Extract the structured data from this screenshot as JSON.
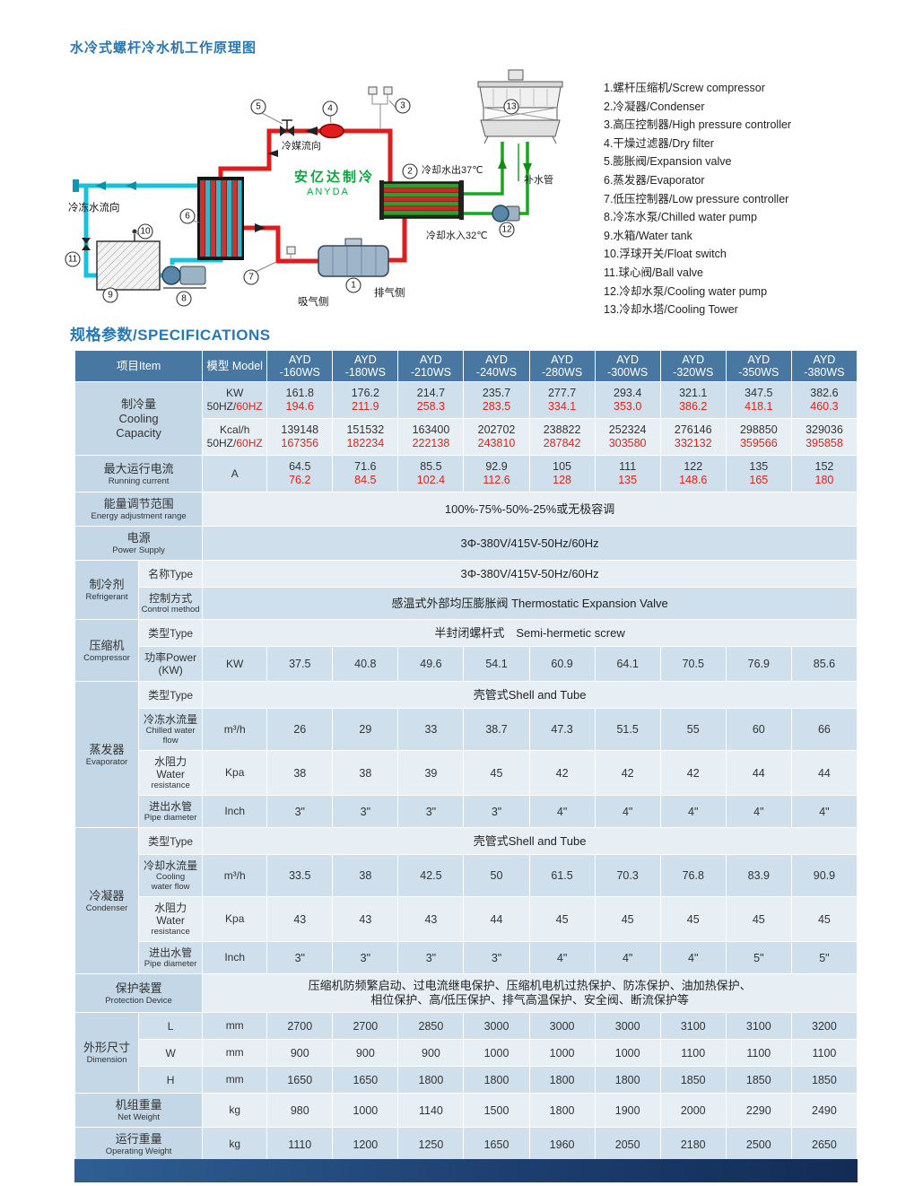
{
  "page": {
    "title": "水冷式螺杆冷水机工作原理图",
    "section_title": "规格参数/SPECIFICATIONS"
  },
  "colors": {
    "accent_blue": "#2778b4",
    "table_header_bg": "#4878a2",
    "row_dark": "#cfdfeb",
    "row_light": "#e7eff5",
    "group_cell": "#c3d7e6",
    "value_red": "#e02418",
    "pipe_red": "#e11c1c",
    "pipe_cyan": "#17c3dc",
    "pipe_green": "#17a81e",
    "brand_green": "#09a93e",
    "footer_navy": "#1d3f70"
  },
  "diagram": {
    "brand_cn": "安亿达制冷",
    "brand_en": "ANYDA",
    "labels": {
      "refrigerant_flow": "冷媒流向",
      "chilled_flow": "冷冻水流向",
      "water_out": "冷却水出37℃",
      "water_in": "冷却水入32℃",
      "makeup": "补水管",
      "suction": "吸气侧",
      "discharge": "排气侧"
    },
    "callouts": [
      "1",
      "2",
      "3",
      "4",
      "5",
      "6",
      "7",
      "8",
      "9",
      "10",
      "11",
      "12",
      "13"
    ],
    "legend": [
      "1.螺杆压缩机/Screw compressor",
      "2.冷凝器/Condenser",
      "3.高压控制器/High pressure controller",
      "4.干燥过滤器/Dry filter",
      "5.膨胀阀/Expansion valve",
      "6.蒸发器/Evaporator",
      "7.低压控制器/Low pressure controller",
      "8.冷冻水泵/Chilled water pump",
      "9.水箱/Water tank",
      "10.浮球开关/Float switch",
      "11.球心阀/Ball valve",
      "12.冷却水泵/Cooling water pump",
      "13.冷却水塔/Cooling Tower"
    ]
  },
  "table": {
    "header": {
      "item": "项目Item",
      "model": "模型 Model",
      "models": [
        "AYD\n-160WS",
        "AYD\n-180WS",
        "AYD\n-210WS",
        "AYD\n-240WS",
        "AYD\n-280WS",
        "AYD\n-300WS",
        "AYD\n-320WS",
        "AYD\n-350WS",
        "AYD\n-380WS"
      ]
    },
    "cooling": {
      "group_cn": "制冷量",
      "group_en": "Cooling\nCapacity",
      "hz_black": "50HZ/",
      "hz_red": "60HZ",
      "kw": {
        "unit": "KW",
        "values": [
          {
            "a": "161.8",
            "b": "194.6"
          },
          {
            "a": "176.2",
            "b": "211.9"
          },
          {
            "a": "214.7",
            "b": "258.3"
          },
          {
            "a": "235.7",
            "b": "283.5"
          },
          {
            "a": "277.7",
            "b": "334.1"
          },
          {
            "a": "293.4",
            "b": "353.0"
          },
          {
            "a": "321.1",
            "b": "386.2"
          },
          {
            "a": "347.5",
            "b": "418.1"
          },
          {
            "a": "382.6",
            "b": "460.3"
          }
        ]
      },
      "kcal": {
        "unit": "Kcal/h",
        "values": [
          {
            "a": "139148",
            "b": "167356"
          },
          {
            "a": "151532",
            "b": "182234"
          },
          {
            "a": "163400",
            "b": "222138"
          },
          {
            "a": "202702",
            "b": "243810"
          },
          {
            "a": "238822",
            "b": "287842"
          },
          {
            "a": "252324",
            "b": "303580"
          },
          {
            "a": "276146",
            "b": "332132"
          },
          {
            "a": "298850",
            "b": "359566"
          },
          {
            "a": "329036",
            "b": "395858"
          }
        ]
      }
    },
    "current": {
      "cn": "最大运行电流",
      "en": "Running current",
      "unit": "A",
      "values": [
        {
          "a": "64.5",
          "b": "76.2"
        },
        {
          "a": "71.6",
          "b": "84.5"
        },
        {
          "a": "85.5",
          "b": "102.4"
        },
        {
          "a": "92.9",
          "b": "112.6"
        },
        {
          "a": "105",
          "b": "128"
        },
        {
          "a": "111",
          "b": "135"
        },
        {
          "a": "122",
          "b": "148.6"
        },
        {
          "a": "135",
          "b": "165"
        },
        {
          "a": "152",
          "b": "180"
        }
      ]
    },
    "energy": {
      "cn": "能量调节范围",
      "en": "Energy adjustment range",
      "value": "100%-75%-50%-25%或无极容调"
    },
    "power_supply": {
      "cn": "电源",
      "en": "Power Supply",
      "value": "3Φ-380V/415V-50Hz/60Hz"
    },
    "refrigerant": {
      "cn": "制冷剂",
      "en": "Refrigerant",
      "name_label": "名称Type",
      "name_value": "3Φ-380V/415V-50Hz/60Hz",
      "control_cn": "控制方式",
      "control_en": "Control method",
      "control_value": "感温式外部均压膨胀阀 Thermostatic Expansion Valve"
    },
    "compressor": {
      "cn": "压缩机",
      "en": "Compressor",
      "type_label": "类型Type",
      "type_value": "半封闭螺杆式　Semi-hermetic screw",
      "power_cn": "功率Power",
      "power_en": "(KW)",
      "power_unit": "KW",
      "power_values": [
        "37.5",
        "40.8",
        "49.6",
        "54.1",
        "60.9",
        "64.1",
        "70.5",
        "76.9",
        "85.6"
      ]
    },
    "evaporator": {
      "cn": "蒸发器",
      "en": "Evaporator",
      "type_label": "类型Type",
      "type_value": "壳管式Shell and Tube",
      "rows": [
        {
          "cn": "冷冻水流量",
          "en": "Chilled water\nflow",
          "unit": "m³/h",
          "values": [
            "26",
            "29",
            "33",
            "38.7",
            "47.3",
            "51.5",
            "55",
            "60",
            "66"
          ]
        },
        {
          "cn": "水阻力Water",
          "en": "resistance",
          "unit": "Kpa",
          "values": [
            "38",
            "38",
            "39",
            "45",
            "42",
            "42",
            "42",
            "44",
            "44"
          ]
        },
        {
          "cn": "进出水管",
          "en": "Pipe diameter",
          "unit": "Inch",
          "values": [
            "3\"",
            "3\"",
            "3\"",
            "3\"",
            "4\"",
            "4\"",
            "4\"",
            "4\"",
            "4\""
          ]
        }
      ]
    },
    "condenser": {
      "cn": "冷凝器",
      "en": "Condenser",
      "type_label": "类型Type",
      "type_value": "壳管式Shell and Tube",
      "rows": [
        {
          "cn": "冷却水流量",
          "en": "Cooling\nwater flow",
          "unit": "m³/h",
          "values": [
            "33.5",
            "38",
            "42.5",
            "50",
            "61.5",
            "70.3",
            "76.8",
            "83.9",
            "90.9"
          ]
        },
        {
          "cn": "水阻力Water",
          "en": "resistance",
          "unit": "Kpa",
          "values": [
            "43",
            "43",
            "43",
            "44",
            "45",
            "45",
            "45",
            "45",
            "45"
          ]
        },
        {
          "cn": "进出水管",
          "en": "Pipe diameter",
          "unit": "Inch",
          "values": [
            "3\"",
            "3\"",
            "3\"",
            "3\"",
            "4\"",
            "4\"",
            "4\"",
            "5\"",
            "5\""
          ]
        }
      ]
    },
    "protection": {
      "cn": "保护装置",
      "en": "Protection Device",
      "value": "压缩机防频繁启动、过电流继电保护、压缩机电机过热保护、防冻保护、油加热保护、\n相位保护、高/低压保护、排气高温保护、安全阀、断流保护等"
    },
    "dimension": {
      "cn": "外形尺寸",
      "en": "Dimension",
      "rows": [
        {
          "label": "L",
          "unit": "mm",
          "values": [
            "2700",
            "2700",
            "2850",
            "3000",
            "3000",
            "3000",
            "3100",
            "3100",
            "3200"
          ]
        },
        {
          "label": "W",
          "unit": "mm",
          "values": [
            "900",
            "900",
            "900",
            "1000",
            "1000",
            "1000",
            "1100",
            "1100",
            "1100"
          ]
        },
        {
          "label": "H",
          "unit": "mm",
          "values": [
            "1650",
            "1650",
            "1800",
            "1800",
            "1800",
            "1800",
            "1850",
            "1850",
            "1850"
          ]
        }
      ]
    },
    "net_weight": {
      "cn": "机组重量",
      "en": "Net Weight",
      "unit": "kg",
      "values": [
        "980",
        "1000",
        "1140",
        "1500",
        "1800",
        "1900",
        "2000",
        "2290",
        "2490"
      ]
    },
    "operating_weight": {
      "cn": "运行重量",
      "en": "Operating Weight",
      "unit": "kg",
      "values": [
        "1110",
        "1200",
        "1250",
        "1650",
        "1960",
        "2050",
        "2180",
        "2500",
        "2650"
      ]
    }
  }
}
